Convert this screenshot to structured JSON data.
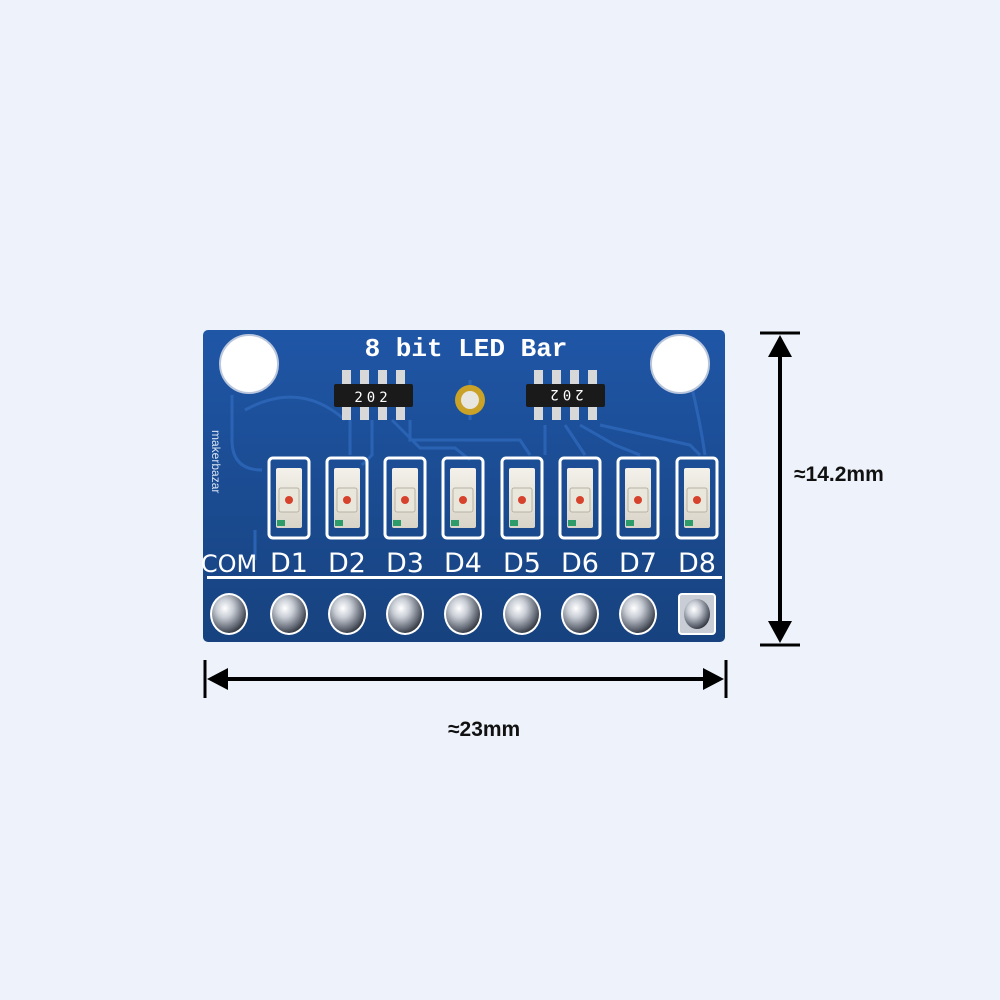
{
  "board": {
    "title": "8 bit LED Bar",
    "brand": "makerbazar",
    "resistor_label": "202",
    "pins": [
      "COM",
      "D1",
      "D2",
      "D3",
      "D4",
      "D5",
      "D6",
      "D7",
      "D8"
    ]
  },
  "dimensions": {
    "width_label": "≈23mm",
    "height_label": "≈14.2mm"
  },
  "colors": {
    "background": "#eef3fb",
    "pcb": "#1e4f9c",
    "silkscreen": "#ffffff",
    "arrow": "#000000"
  }
}
